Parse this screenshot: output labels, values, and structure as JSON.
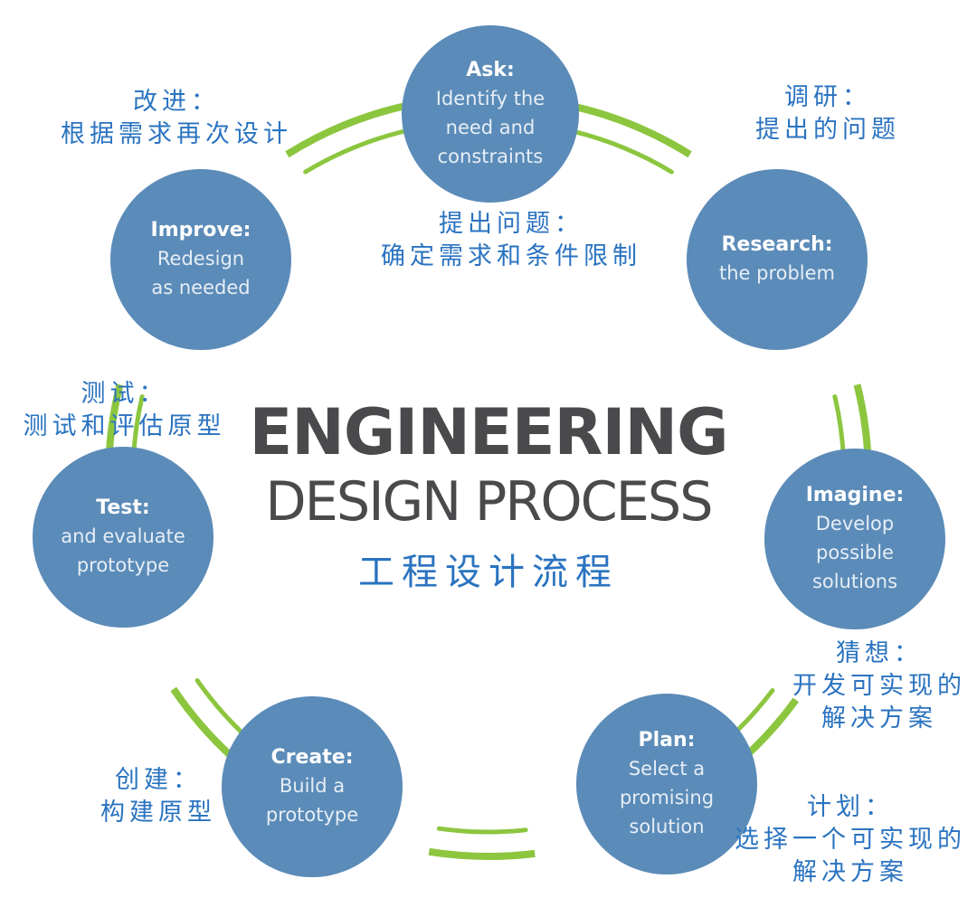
{
  "diagram": {
    "title_line1": "ENGINEERING",
    "title_line2": "DESIGN PROCESS",
    "title_cn": "工程设计流程",
    "colors": {
      "circle_fill": "#5b8bb8",
      "arc_green": "#8cc63f",
      "title_gray": "#4a4a4d",
      "note_blue": "#2a73c0"
    },
    "steps": [
      {
        "id": "ask",
        "title": "Ask:",
        "desc": [
          "Identify the",
          "need and",
          "constraints"
        ],
        "note": [
          "提出问题：",
          "确定需求和条件限制"
        ]
      },
      {
        "id": "research",
        "title": "Research:",
        "desc": [
          "the problem"
        ],
        "note": [
          "调研：",
          "提出的问题"
        ]
      },
      {
        "id": "imagine",
        "title": "Imagine:",
        "desc": [
          "Develop",
          "possible",
          "solutions"
        ],
        "note": [
          "猜想：",
          "开发可实现的",
          "解决方案"
        ]
      },
      {
        "id": "plan",
        "title": "Plan:",
        "desc": [
          "Select a",
          "promising",
          "solution"
        ],
        "note": [
          "计划：",
          "选择一个可实现的",
          "解决方案"
        ]
      },
      {
        "id": "create",
        "title": "Create:",
        "desc": [
          "Build a",
          "prototype"
        ],
        "note": [
          "创建：",
          "构建原型"
        ]
      },
      {
        "id": "test",
        "title": "Test:",
        "desc": [
          "and evaluate",
          "prototype"
        ],
        "note": [
          "测试：",
          "测试和评估原型"
        ]
      },
      {
        "id": "improve",
        "title": "Improve:",
        "desc": [
          "Redesign",
          "as needed"
        ],
        "note": [
          "改进：",
          "根据需求再次设计"
        ]
      }
    ]
  }
}
